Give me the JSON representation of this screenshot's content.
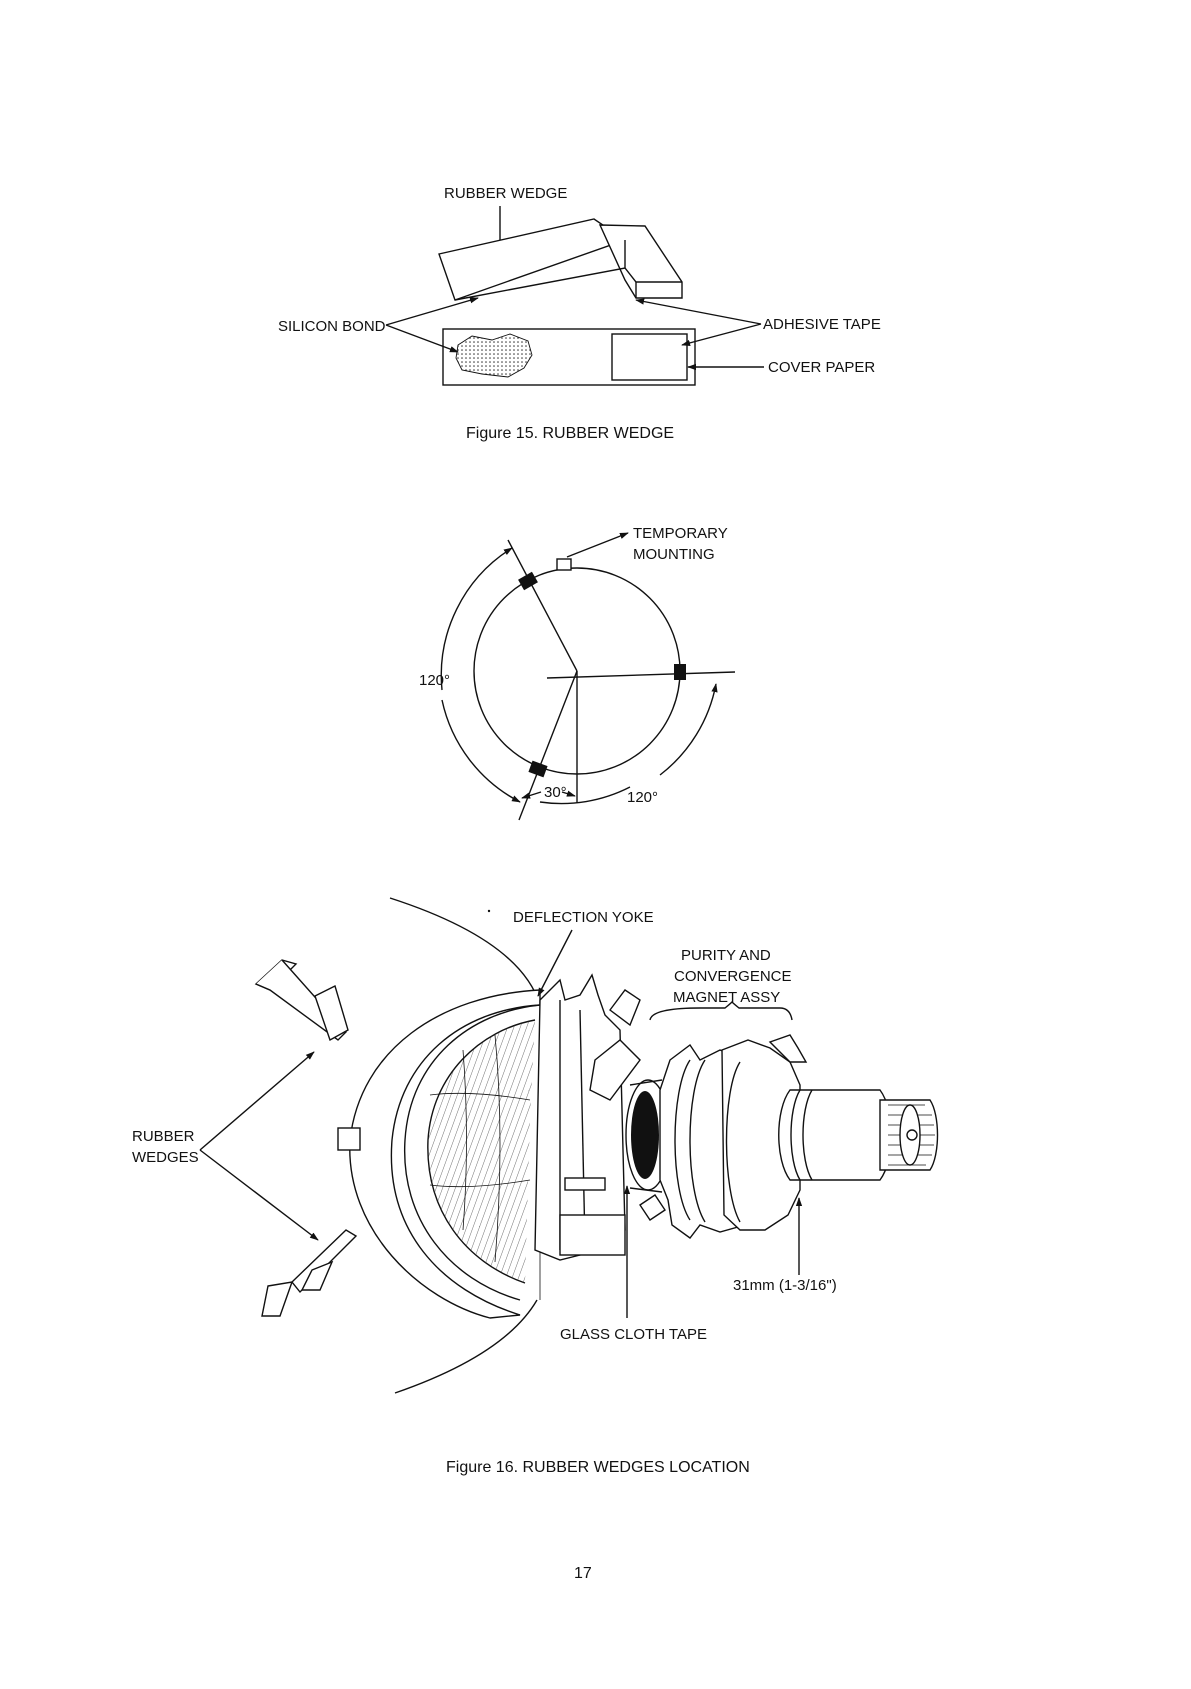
{
  "figure15": {
    "labels": {
      "rubber_wedge": "RUBBER WEDGE",
      "silicon_bond": "SILICON BOND",
      "adhesive_tape": "ADHESIVE TAPE",
      "cover_paper": "COVER PAPER"
    },
    "caption": "Figure 15. RUBBER WEDGE"
  },
  "angle_diagram": {
    "labels": {
      "temporary_mounting_line1": "TEMPORARY",
      "temporary_mounting_line2": "MOUNTING",
      "angle_left": "120°",
      "angle_right": "120°",
      "angle_bottom": "30°"
    }
  },
  "figure16": {
    "labels": {
      "deflection_yoke": "DEFLECTION YOKE",
      "purity_line1": "PURITY AND",
      "purity_line2": "CONVERGENCE",
      "purity_line3": "MAGNET ASSY",
      "rubber_wedges_line1": "RUBBER",
      "rubber_wedges_line2": "WEDGES",
      "dimension": "31mm (1-3/16\")",
      "glass_cloth_tape": "GLASS CLOTH TAPE"
    },
    "caption": "Figure 16. RUBBER WEDGES LOCATION"
  },
  "page_number": "17"
}
